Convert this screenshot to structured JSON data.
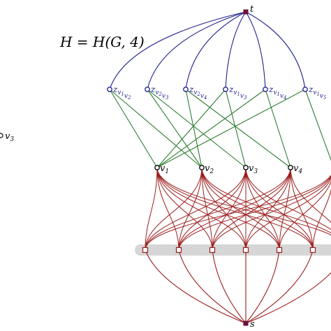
{
  "title": "H = H(G, 4)",
  "colors": {
    "top_edges": "#1f1f8f",
    "mid_edges": "#2e7d32",
    "bottom_edges": "#9b1c1c",
    "node_fill": "#ffffff",
    "tail_square": "#6b0f3a",
    "band": "#d6d6d6"
  },
  "nodes": {
    "t": "t",
    "s": "s",
    "left_vertex": "v3",
    "v_nodes": [
      "v1",
      "v2",
      "v3",
      "v4"
    ],
    "z_nodes": [
      {
        "label": "z",
        "a": "1",
        "b": "2"
      },
      {
        "label": "z",
        "a": "2",
        "b": "3"
      },
      {
        "label": "z",
        "a": "2",
        "b": "4"
      },
      {
        "label": "z",
        "a": "1",
        "b": "3"
      },
      {
        "label": "z",
        "a": "1",
        "b": "4"
      },
      {
        "label": "z",
        "a": "1",
        "b": "5"
      }
    ]
  }
}
